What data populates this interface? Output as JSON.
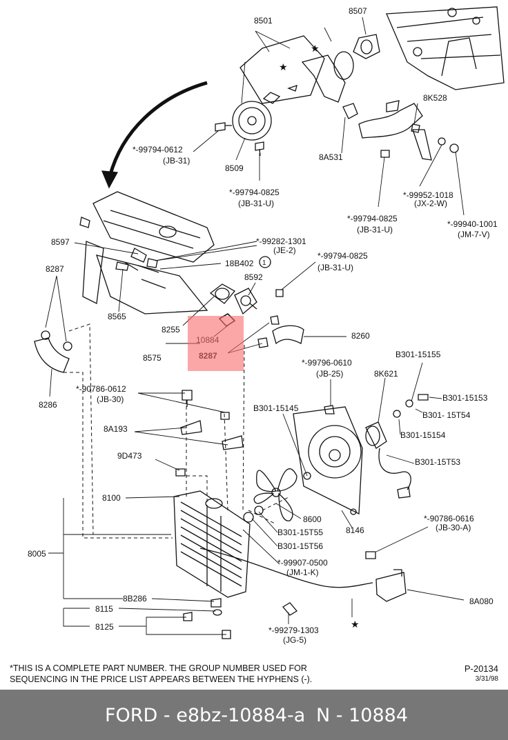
{
  "labels": {
    "p8501": "8501",
    "p8507": "8507",
    "p8k528": "8K528",
    "n99794_0612a": "*-99794-0612",
    "jb31a": "(JB-31)",
    "p8509": "8509",
    "p8a531": "8A531",
    "n99794_0825a": "*-99794-0825",
    "jb31ua": "(JB-31-U)",
    "n99794_0825b": "*-99794-0825",
    "jb31ub": "(JB-31-U)",
    "n99952_1018": "*-99952-1018",
    "jx2w": "(JX-2-W)",
    "n99940_1001": "*-99940-1001",
    "jm7v": "(JM-7-V)",
    "p8597": "8597",
    "n99282_1301": "*-99282-1301",
    "je2": "(JE-2)",
    "p18b402": "18B402",
    "circ1": "1",
    "n99794_0825c": "*-99794-0825",
    "jb31uc": "(JB-31-U)",
    "p8287a": "8287",
    "p8592": "8592",
    "p8565": "8565",
    "p8255": "8255",
    "p10884": "10884",
    "p8287b": "8287",
    "p8575": "8575",
    "p8260": "8260",
    "p8286": "8286",
    "n99796_0610": "*-99796-0610",
    "jb25": "(JB-25)",
    "b301_15155": "B301-15155",
    "p8k621": "8K621",
    "b301_15153": "B301-15153",
    "n90786_0612": "*-90786-0612",
    "jb30": "(JB-30)",
    "b301_15145": "B301-15145",
    "b301_15t54": "B301- 15T54",
    "p8a193": "8A193",
    "b301_15154": "B301-15154",
    "p9d473": "9D473",
    "b301_15t53": "B301-15T53",
    "p8100": "8100",
    "p8600": "8600",
    "b301_15t55": "B301-15T55",
    "p8146": "8146",
    "n90786_0616": "*-90786-0616",
    "jb30a": "(JB-30-A)",
    "p8005": "8005",
    "b301_15t56": "B301-15T56",
    "n99907_0500": "*-99907-0500",
    "jm1k": "(JM-1-K)",
    "p8b286": "8B286",
    "p8a080": "8A080",
    "p8115": "8115",
    "p8125": "8125",
    "n99279_1303": "*-99279-1303",
    "jg5": "(JG-5)"
  },
  "footnote": "*This is a complete part number. The group number used for sequencing in the price list appears between the hyphens (-).",
  "drawing_number": "P-20134",
  "drawing_date": "3/31/98",
  "bottom_bar": {
    "brand_text": "FORD - e8bz-10884-a",
    "part_text": "N - 10884"
  },
  "highlight_color": "#f86c6c"
}
